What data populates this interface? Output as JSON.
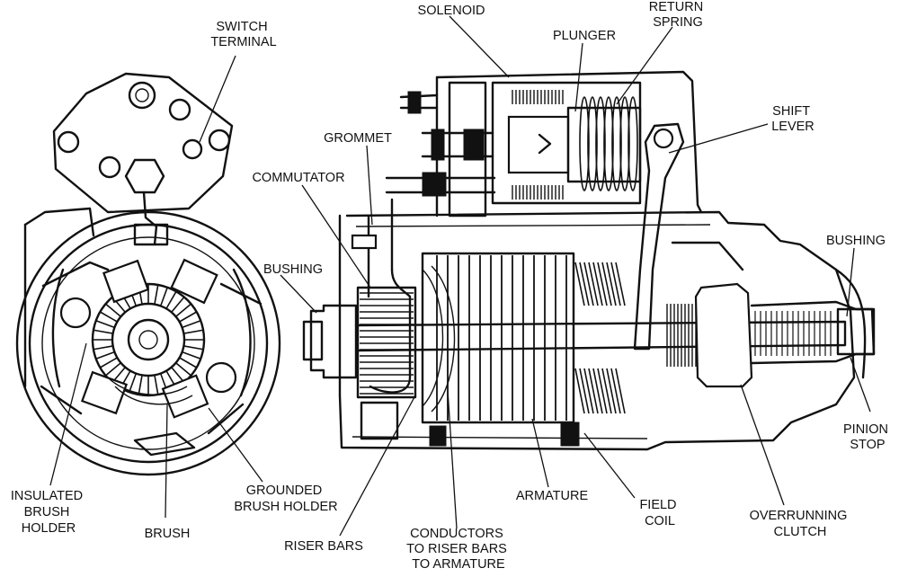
{
  "labels": {
    "switch_terminal": [
      "SWITCH",
      "TERMINAL"
    ],
    "solenoid": "SOLENOID",
    "plunger": "PLUNGER",
    "return_spring": [
      "RETURN",
      "SPRING"
    ],
    "shift_lever": [
      "SHIFT",
      "LEVER"
    ],
    "grommet": "GROMMET",
    "commutator": "COMMUTATOR",
    "bushing_left": "BUSHING",
    "bushing_right": "BUSHING",
    "pinion_stop": [
      "PINION",
      "STOP"
    ],
    "insulated_brush_holder": [
      "INSULATED",
      "BRUSH",
      "HOLDER"
    ],
    "brush": "BRUSH",
    "grounded_brush_holder": [
      "GROUNDED",
      "BRUSH HOLDER"
    ],
    "riser_bars": "RISER BARS",
    "conductors": [
      "CONDUCTORS",
      "TO RISER BARS",
      "TO ARMATURE"
    ],
    "armature": "ARMATURE",
    "field_coil": [
      "FIELD",
      "COIL"
    ],
    "overrunning_clutch": [
      "OVERRUNNING",
      "CLUTCH"
    ]
  }
}
